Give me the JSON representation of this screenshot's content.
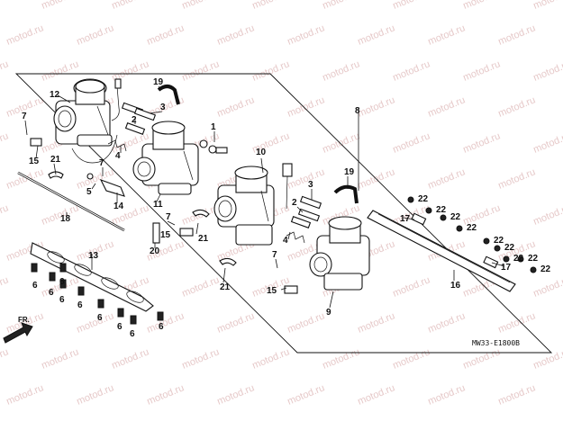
{
  "watermark": "motod.ru",
  "diagram_code": "MW33-E1800B",
  "front_marker": "FR.",
  "callouts": [
    {
      "id": "c12",
      "label": "12"
    },
    {
      "id": "c7a",
      "label": "7"
    },
    {
      "id": "c15a",
      "label": "15"
    },
    {
      "id": "c21a",
      "label": "21"
    },
    {
      "id": "c18",
      "label": "18"
    },
    {
      "id": "c19a",
      "label": "19"
    },
    {
      "id": "c3a",
      "label": "3"
    },
    {
      "id": "c2a",
      "label": "2"
    },
    {
      "id": "c4a",
      "label": "4"
    },
    {
      "id": "c7b",
      "label": "7"
    },
    {
      "id": "c5",
      "label": "5"
    },
    {
      "id": "c14",
      "label": "14"
    },
    {
      "id": "c11",
      "label": "11"
    },
    {
      "id": "c20",
      "label": "20"
    },
    {
      "id": "c13",
      "label": "13"
    },
    {
      "id": "c6a",
      "label": "6"
    },
    {
      "id": "c6b",
      "label": "6"
    },
    {
      "id": "c6c",
      "label": "6"
    },
    {
      "id": "c6d",
      "label": "6"
    },
    {
      "id": "c6e",
      "label": "6"
    },
    {
      "id": "c6f",
      "label": "6"
    },
    {
      "id": "c6g",
      "label": "6"
    },
    {
      "id": "c6h",
      "label": "6"
    },
    {
      "id": "c6i",
      "label": "6"
    },
    {
      "id": "c1",
      "label": "1"
    },
    {
      "id": "c10",
      "label": "10"
    },
    {
      "id": "c7c",
      "label": "7"
    },
    {
      "id": "c15b",
      "label": "15"
    },
    {
      "id": "c21b",
      "label": "21"
    },
    {
      "id": "c21c",
      "label": "21"
    },
    {
      "id": "c8",
      "label": "8"
    },
    {
      "id": "c19b",
      "label": "19"
    },
    {
      "id": "c3b",
      "label": "3"
    },
    {
      "id": "c2b",
      "label": "2"
    },
    {
      "id": "c4b",
      "label": "4"
    },
    {
      "id": "c7d",
      "label": "7"
    },
    {
      "id": "c15c",
      "label": "15"
    },
    {
      "id": "c9",
      "label": "9"
    },
    {
      "id": "c22a",
      "label": "22"
    },
    {
      "id": "c22b",
      "label": "22"
    },
    {
      "id": "c22c",
      "label": "22"
    },
    {
      "id": "c22d",
      "label": "22"
    },
    {
      "id": "c22e",
      "label": "22"
    },
    {
      "id": "c22f",
      "label": "22"
    },
    {
      "id": "c22g",
      "label": "22"
    },
    {
      "id": "c22h",
      "label": "22"
    },
    {
      "id": "c22i",
      "label": "22"
    },
    {
      "id": "c17a",
      "label": "17"
    },
    {
      "id": "c17b",
      "label": "17"
    },
    {
      "id": "c16",
      "label": "16"
    }
  ]
}
